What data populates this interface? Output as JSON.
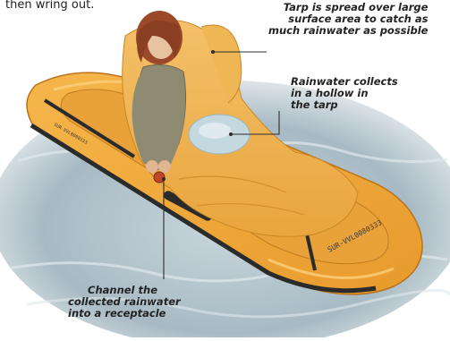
{
  "intro": {
    "text": "then wring out."
  },
  "callouts": {
    "tarp": {
      "lines": [
        "Tarp is spread over large",
        "surface area to catch as",
        "much rainwater as possible"
      ]
    },
    "rainwater": {
      "lines": [
        "Rainwater collects",
        "in a hollow in",
        "the tarp"
      ]
    },
    "channel": {
      "lines": [
        "Channel the",
        "collected rainwater",
        "into a receptacle"
      ]
    }
  },
  "raft_markings": {
    "id": "SUR-VVL0080333",
    "side_text": "SUR-VVL0080333"
  },
  "colors": {
    "raft": "#f2a93a",
    "raft_dark": "#c97f1c",
    "tarp": "#f1b34e",
    "water": "#a9bdc6",
    "shirt": "#8f8a72",
    "hair": "#9a4a2a"
  }
}
